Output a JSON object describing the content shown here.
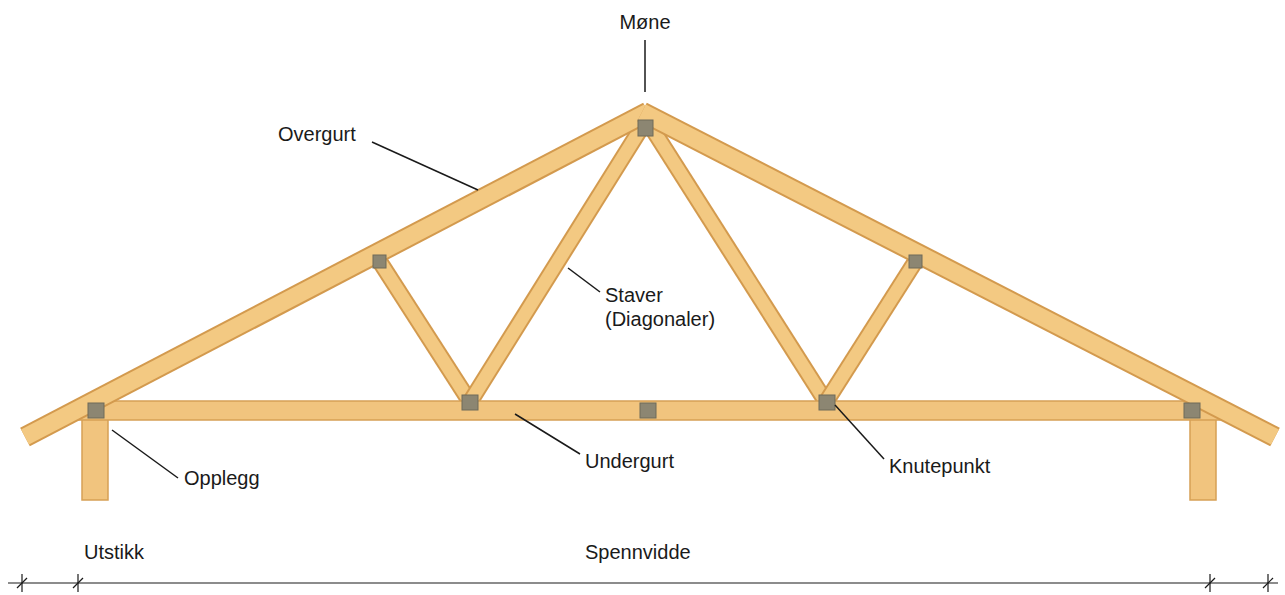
{
  "diagram": {
    "labels": [
      "Møne",
      "Overgurt",
      "Staver (Diagonaler)",
      "Opplegg",
      "Undergurt",
      "Knutepunkt",
      "Utstikk",
      "Spennvidde"
    ]
  }
}
